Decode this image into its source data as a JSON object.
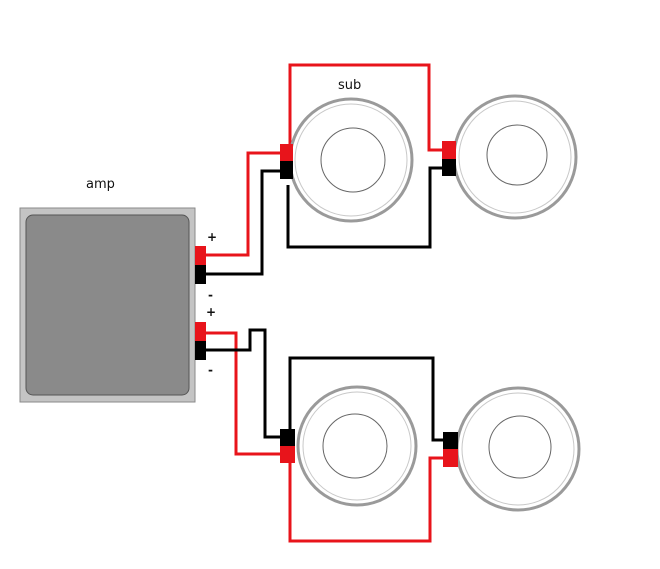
{
  "labels": {
    "amp": "amp",
    "sub": "sub",
    "ch1_positive": "+",
    "ch1_negative": "-",
    "ch2_positive": "+",
    "ch2_negative": "-"
  },
  "colors": {
    "positive_wire": "#e8141b",
    "negative_wire": "#000000",
    "positive_terminal": "#e8141b",
    "negative_terminal": "#000000",
    "amp_body": "#8a8a8a",
    "amp_frame": "#c4c4c4",
    "speaker_ring": "#9a9a9a",
    "speaker_cone": "#ffffff"
  },
  "components": {
    "amplifier": {
      "channels": 2
    },
    "subwoofers": [
      {
        "id": "sub-top-left"
      },
      {
        "id": "sub-top-right"
      },
      {
        "id": "sub-bottom-left"
      },
      {
        "id": "sub-bottom-right"
      }
    ]
  }
}
